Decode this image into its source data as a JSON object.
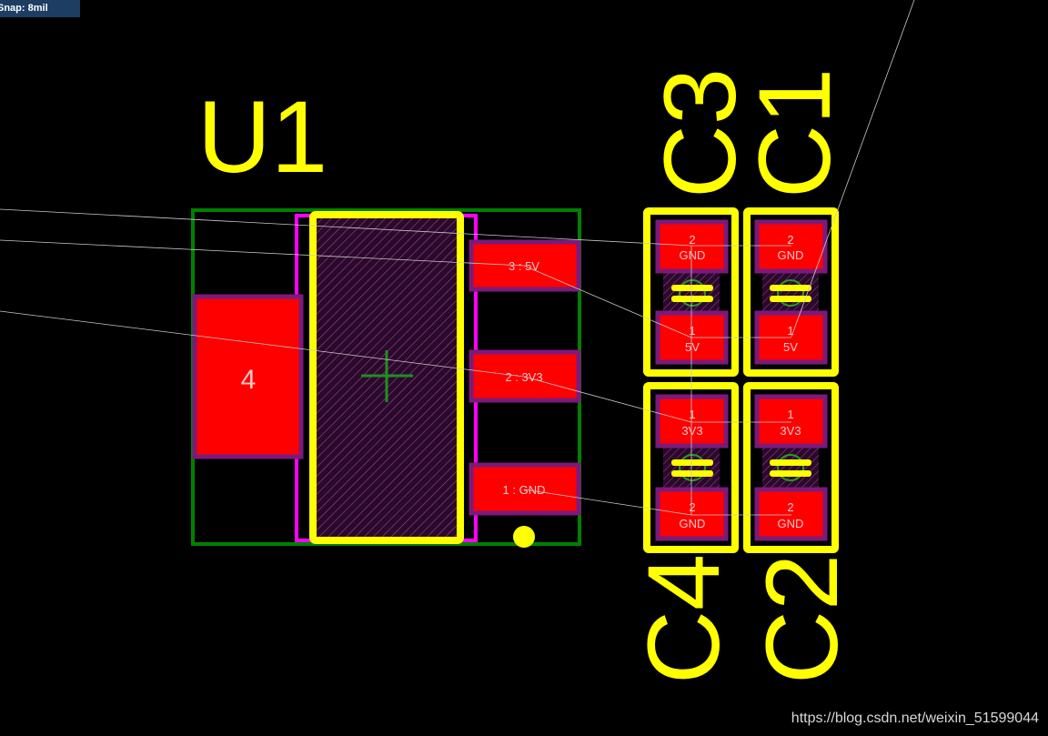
{
  "status": {
    "snap": "Snap: 8mil"
  },
  "designators": {
    "u1": "U1",
    "c1": "C1",
    "c2": "C2",
    "c3": "C3",
    "c4": "C4"
  },
  "u1": {
    "tab_pad": "4",
    "pin3": "3 : 5V",
    "pin2": "2 : 3V3",
    "pin1": "1 : GND"
  },
  "c3": {
    "top_num": "2",
    "top_net": "GND",
    "bot_num": "1",
    "bot_net": "5V"
  },
  "c1": {
    "top_num": "2",
    "top_net": "GND",
    "bot_num": "1",
    "bot_net": "5V"
  },
  "c4": {
    "top_num": "1",
    "top_net": "3V3",
    "bot_num": "2",
    "bot_net": "GND"
  },
  "c2": {
    "top_num": "1",
    "top_net": "3V3",
    "bot_num": "2",
    "bot_net": "GND"
  },
  "watermark": "https://blog.csdn.net/weixin_51599044",
  "colors": {
    "background": "#000000",
    "silkscreen": "#ffff00",
    "pad": "#ff0000",
    "pad_border": "#7b1a7b",
    "courtyard": "#008000",
    "keepout": "#ff00ff",
    "ratsnest": "#c8c8c8",
    "snap_badge": "#1d3d63"
  }
}
